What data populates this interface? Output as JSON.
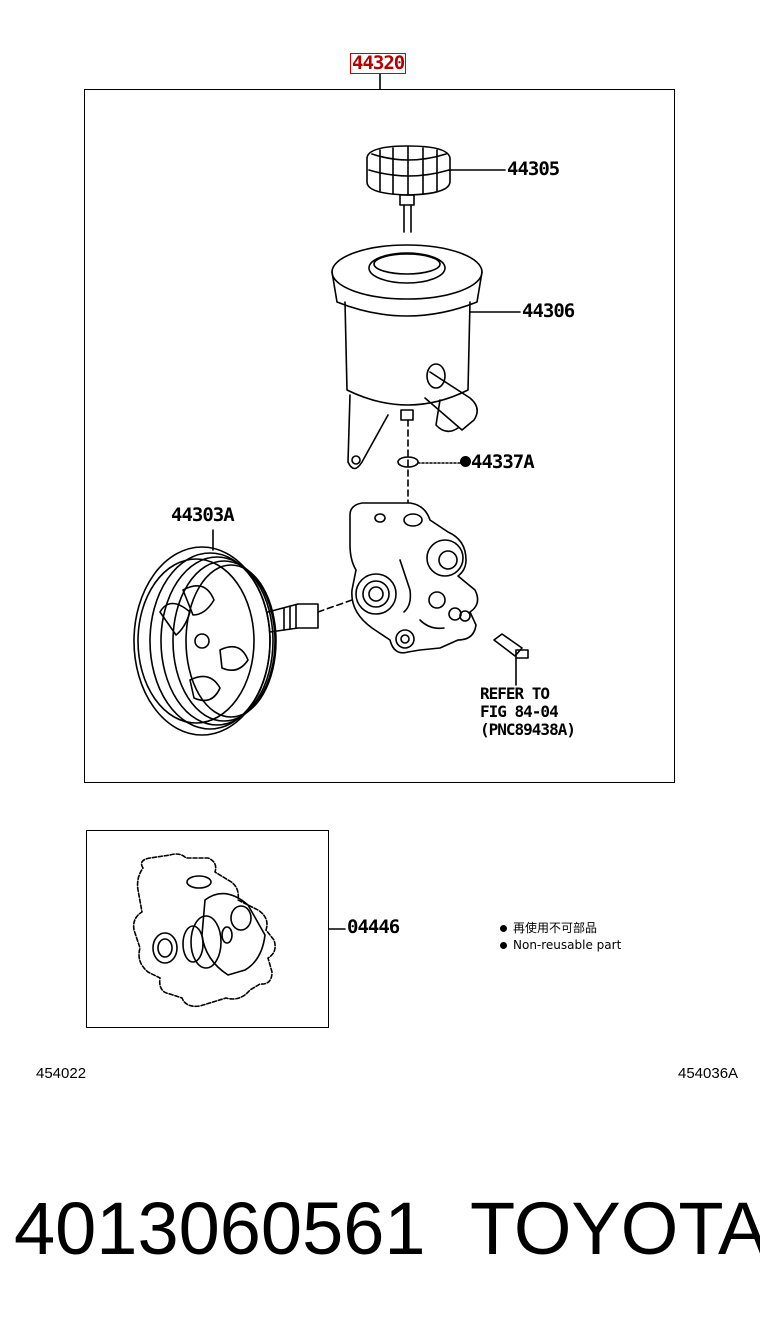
{
  "diagram": {
    "assembly_part_no": "44320",
    "parts": {
      "cap": "44305",
      "reservoir": "44306",
      "o_ring": "44337A",
      "pulley": "44303A",
      "gasket_kit": "04446"
    },
    "reference_note": [
      "REFER TO",
      "FIG 84-04",
      "(PNC89438A)"
    ],
    "legend": {
      "japanese": "再使用不可部品",
      "english": "Non-reusable part"
    },
    "figure_codes": {
      "left": "454022",
      "right": "454036A"
    }
  },
  "footer": {
    "part_number": "4013060561",
    "brand": "TOYOTA"
  }
}
